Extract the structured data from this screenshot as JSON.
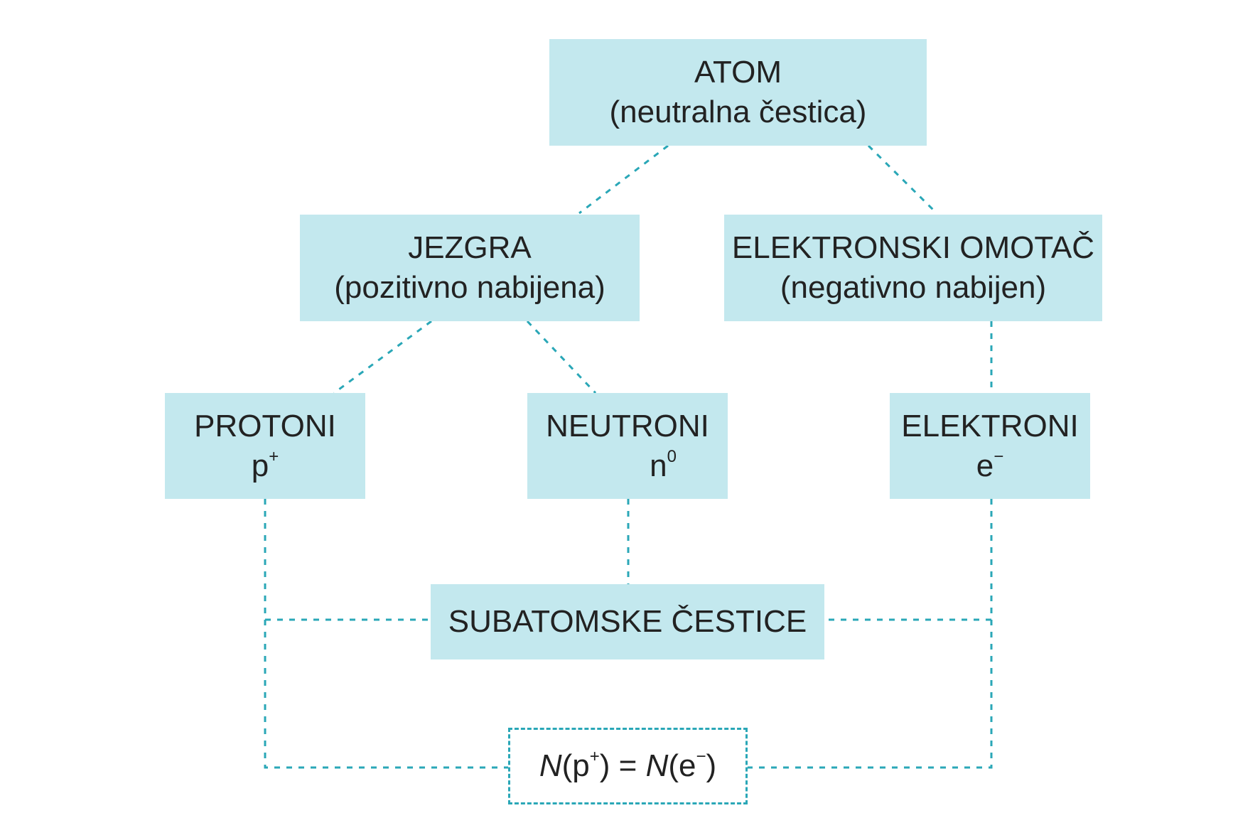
{
  "nodes": {
    "atom": {
      "title": "ATOM",
      "subtitle": "(neutralna čestica)"
    },
    "jezgra": {
      "title": "JEZGRA",
      "subtitle": "(pozitivno nabijena)"
    },
    "omotac": {
      "title": "ELEKTRONSKI OMOTAČ",
      "subtitle": "(negativno nabijen)"
    },
    "protoni": {
      "title": "PROTONI",
      "symbol": "p",
      "charge": "+"
    },
    "neutroni": {
      "title": "NEUTRONI",
      "symbol": "n",
      "charge": "0"
    },
    "elektroni": {
      "title": "ELEKTRONI",
      "symbol": "e",
      "charge": "−"
    },
    "subatomske": {
      "title": "SUBATOMSKE ČESTICE"
    }
  },
  "formula": {
    "left_func": "N",
    "left_arg": "p",
    "left_charge": "+",
    "equals": "=",
    "right_func": "N",
    "right_arg": "e",
    "right_charge": "−"
  },
  "colors": {
    "box_fill": "#c3e8ee",
    "connector": "#2aa7b7",
    "text": "#222222"
  }
}
